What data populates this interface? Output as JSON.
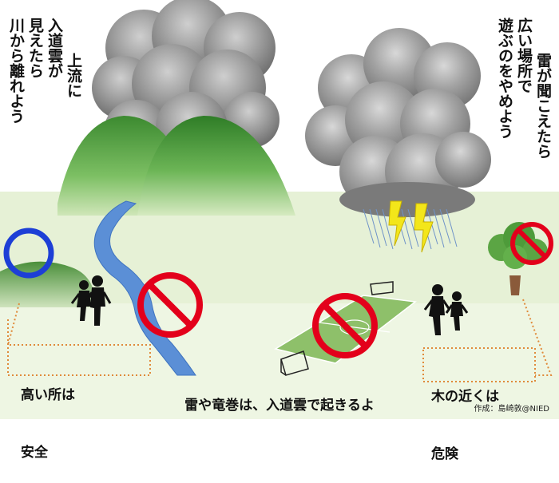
{
  "texts": {
    "left_warning_lines": [
      "上流に",
      "入道雲が",
      "見えたら",
      "川から離れよう"
    ],
    "right_warning_lines": [
      "雷が聞こえたら",
      "広い場所で",
      "遊ぶのをやめよう"
    ],
    "high_place_lines": [
      "高い所は",
      "安全"
    ],
    "near_tree_lines": [
      "木の近くは",
      "危険"
    ],
    "caption": "雷や竜巻は、入道雲で起きるよ",
    "credit": "作成：島崎敦@NIED"
  },
  "icons": {
    "safe": "circle-ok-icon",
    "danger": "prohibition-icon",
    "lightning": "lightning-bolt-icon"
  },
  "colors": {
    "safe_ring": "#1d3fd6",
    "prohibition": "#e3001b",
    "lightning": "#f3e61a",
    "ground": "#e4f0d3",
    "mountain": "#4f9a3a",
    "field": "#8ec06a",
    "river": "#5b8fd6",
    "callout_border": "#e08a3a"
  }
}
